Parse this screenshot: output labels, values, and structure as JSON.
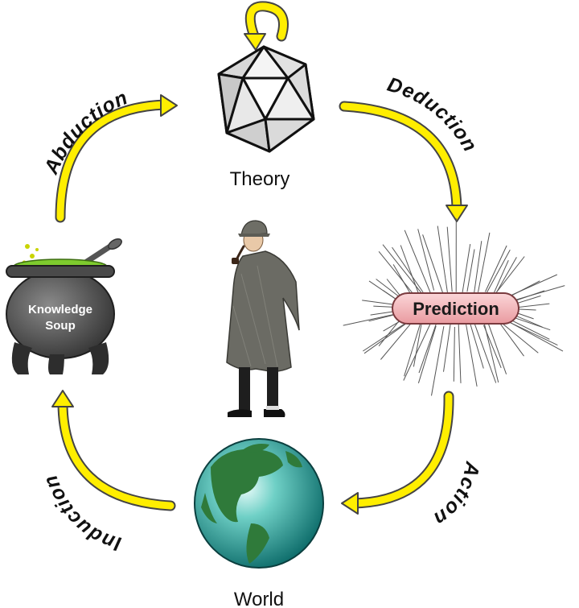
{
  "diagram": {
    "nodes": {
      "theory": "Theory",
      "prediction": "Prediction",
      "world": "World",
      "knowledge_soup_line1": "Knowledge",
      "knowledge_soup_line2": "Soup"
    },
    "arcs": {
      "abduction": "Abduction",
      "deduction": "Deduction",
      "action": "Action",
      "induction": "Induction"
    },
    "colors": {
      "arrow_fill": "#ffee00",
      "arrow_stroke": "#444444",
      "prediction_fill": "#f4b8bc",
      "pot_body": "#555555",
      "soup": "#7ecb2e",
      "ocean": "#2fa7a0",
      "land": "#2f7a3a"
    },
    "icons": {
      "theory": "icosahedron-icon",
      "pot": "cauldron-icon",
      "detective": "detective-figure",
      "world": "globe-icon",
      "prediction": "starburst-icon"
    }
  }
}
